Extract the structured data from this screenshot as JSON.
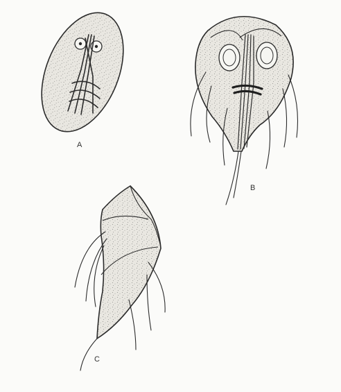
{
  "figure": {
    "labels": {
      "a": "A",
      "b": "B",
      "c": "C"
    },
    "colors": {
      "ink": "#2b2b2b",
      "fill": "#e7e5df",
      "stipple": "#8a8a86",
      "background": "#fbfbf9"
    }
  }
}
